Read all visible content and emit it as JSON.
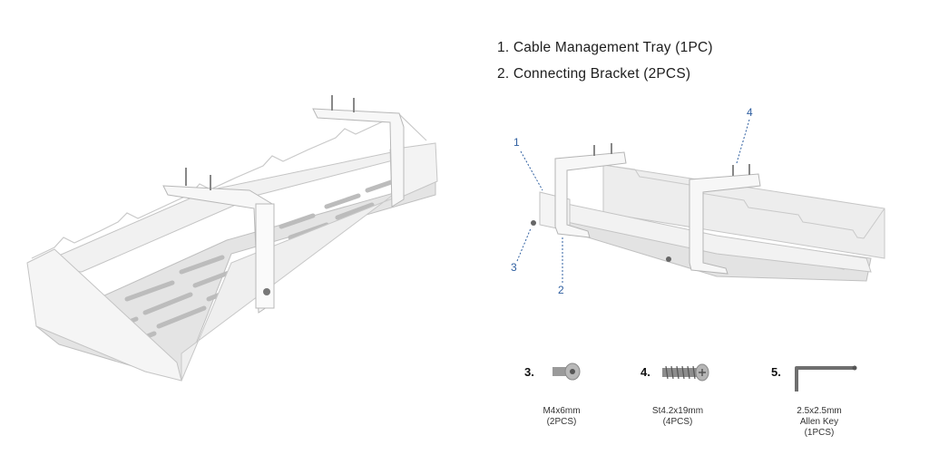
{
  "parts_list": {
    "item1": "1. Cable Management Tray (1PC)",
    "item2": "2. Connecting Bracket (2PCS)"
  },
  "callouts": {
    "c1": "1",
    "c2": "2",
    "c3": "3",
    "c4": "4"
  },
  "hardware": [
    {
      "number": "3.",
      "line1": "M4x6mm",
      "line2": "(2PCS)",
      "line3": ""
    },
    {
      "number": "4.",
      "line1": "St4.2x19mm",
      "line2": "(4PCS)",
      "line3": ""
    },
    {
      "number": "5.",
      "line1": "2.5x2.5mm",
      "line2": "Allen Key",
      "line3": "(1PCS)"
    }
  ],
  "colors": {
    "tray_fill": "#ececec",
    "tray_edge": "#b9b9b9",
    "callout": "#2f5fa0"
  }
}
